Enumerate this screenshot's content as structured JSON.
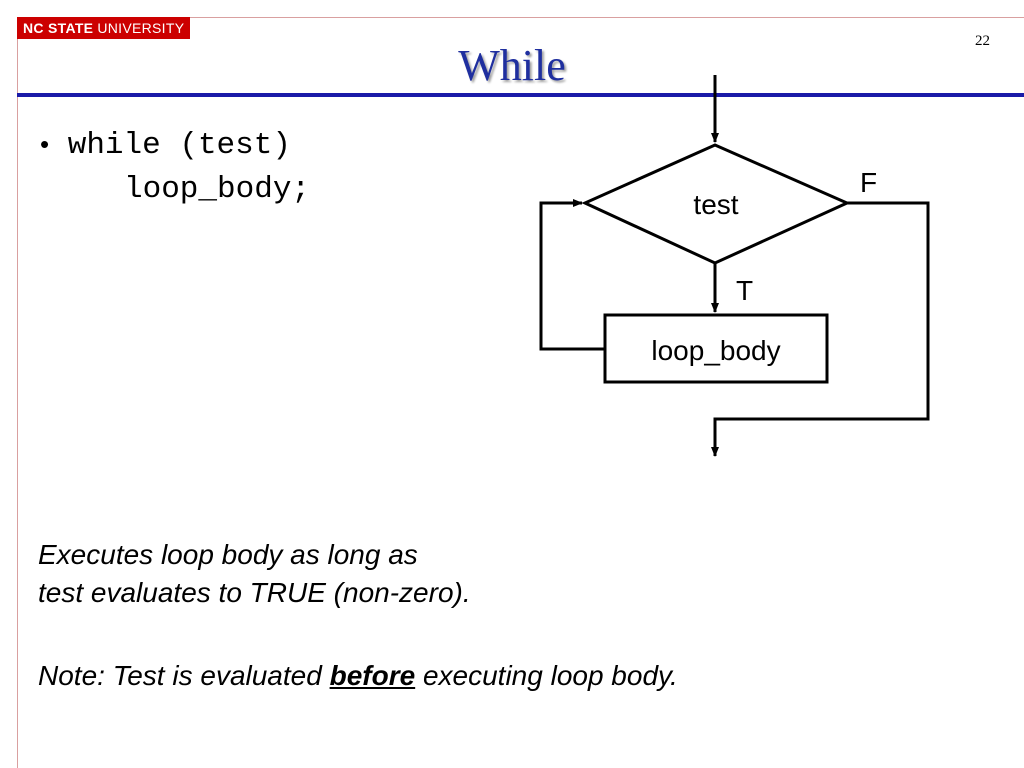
{
  "header": {
    "logo_bold": "NC STATE",
    "logo_rest": "UNIVERSITY",
    "slide_number": "22",
    "title": "While"
  },
  "code": {
    "bullet": "•",
    "line1": "while (test)",
    "line2": "loop_body;"
  },
  "flowchart": {
    "test_label": "test",
    "body_label": "loop_body",
    "true_label": "T",
    "false_label": "F"
  },
  "description": {
    "line1": "Executes loop body as long as",
    "line2": "test evaluates to TRUE (non-zero).",
    "note_prefix": "Note: Test is evaluated ",
    "note_emphasis": "before",
    "note_suffix": " executing loop body."
  },
  "colors": {
    "logo_red": "#cc0000",
    "title_blue": "#1f2f9f",
    "rule_blue": "#1a1aa8"
  }
}
